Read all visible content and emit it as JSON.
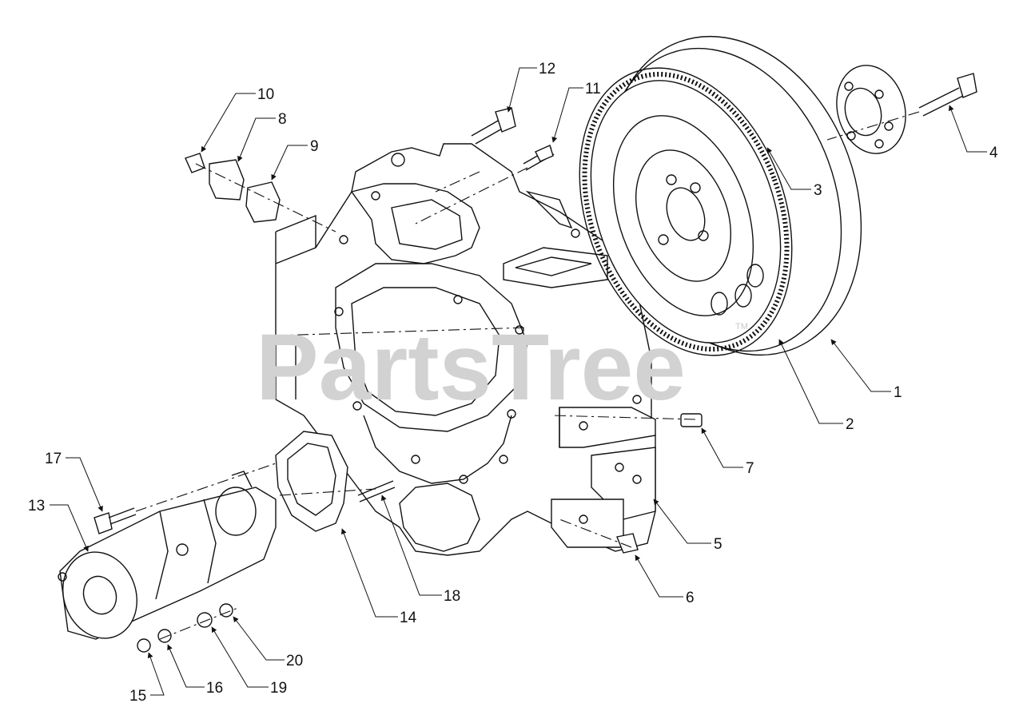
{
  "watermark": {
    "text": "PartsTree",
    "trademark": "TM"
  },
  "callouts": [
    {
      "id": "1",
      "label": "1"
    },
    {
      "id": "2",
      "label": "2"
    },
    {
      "id": "3",
      "label": "3"
    },
    {
      "id": "4",
      "label": "4"
    },
    {
      "id": "5",
      "label": "5"
    },
    {
      "id": "6",
      "label": "6"
    },
    {
      "id": "7",
      "label": "7"
    },
    {
      "id": "8",
      "label": "8"
    },
    {
      "id": "9",
      "label": "9"
    },
    {
      "id": "10",
      "label": "10"
    },
    {
      "id": "11",
      "label": "11"
    },
    {
      "id": "12",
      "label": "12"
    },
    {
      "id": "13",
      "label": "13"
    },
    {
      "id": "14",
      "label": "14"
    },
    {
      "id": "15",
      "label": "15"
    },
    {
      "id": "16",
      "label": "16"
    },
    {
      "id": "17",
      "label": "17"
    },
    {
      "id": "18",
      "label": "18"
    },
    {
      "id": "19",
      "label": "19"
    },
    {
      "id": "20",
      "label": "20"
    }
  ]
}
